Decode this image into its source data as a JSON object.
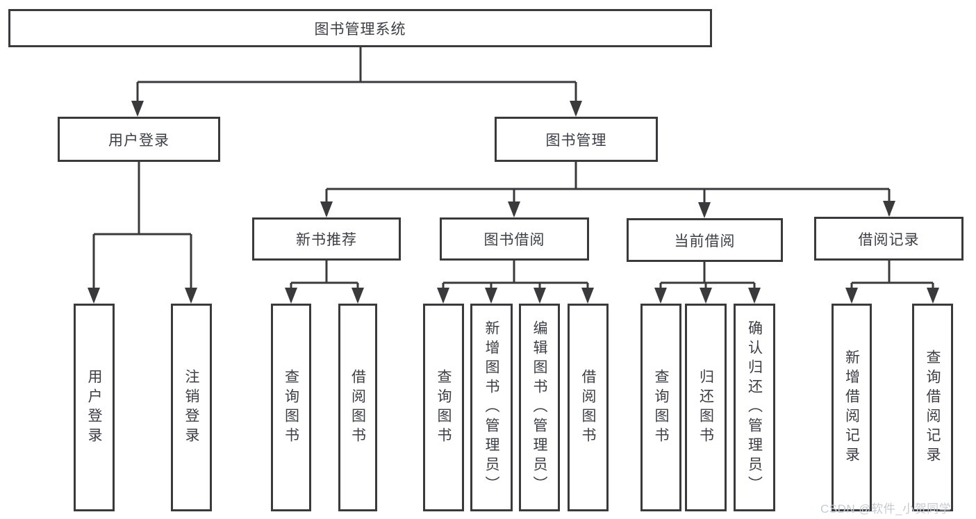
{
  "diagram": {
    "title": "图书管理系统",
    "root": {
      "label": "图书管理系统"
    },
    "level2": [
      {
        "label": "用户登录"
      },
      {
        "label": "图书管理"
      }
    ],
    "level3": [
      {
        "label": "新书推荐"
      },
      {
        "label": "图书借阅"
      },
      {
        "label": "当前借阅"
      },
      {
        "label": "借阅记录"
      }
    ],
    "leaves": [
      {
        "label": "用户登录",
        "parent": "用户登录"
      },
      {
        "label": "注销登录",
        "parent": "用户登录"
      },
      {
        "label": "查询图书",
        "parent": "新书推荐"
      },
      {
        "label": "借阅图书",
        "parent": "新书推荐"
      },
      {
        "label": "查询图书",
        "parent": "图书借阅"
      },
      {
        "label": "新增图书（管理员）",
        "parent": "图书借阅"
      },
      {
        "label": "编辑图书（管理员）",
        "parent": "图书借阅"
      },
      {
        "label": "借阅图书",
        "parent": "图书借阅"
      },
      {
        "label": "查询图书",
        "parent": "当前借阅"
      },
      {
        "label": "归还图书",
        "parent": "当前借阅"
      },
      {
        "label": "确认归还（管理员）",
        "parent": "当前借阅"
      },
      {
        "label": "新增借阅记录",
        "parent": "借阅记录"
      },
      {
        "label": "查询借阅记录",
        "parent": "借阅记录"
      }
    ],
    "colors": {
      "line": "#3a3a3c",
      "text": "#3d3e45",
      "background": "#ffffff",
      "watermark_text": "#c6cad1"
    }
  },
  "watermark": {
    "text": "CSDN @软件_小贺同学"
  }
}
